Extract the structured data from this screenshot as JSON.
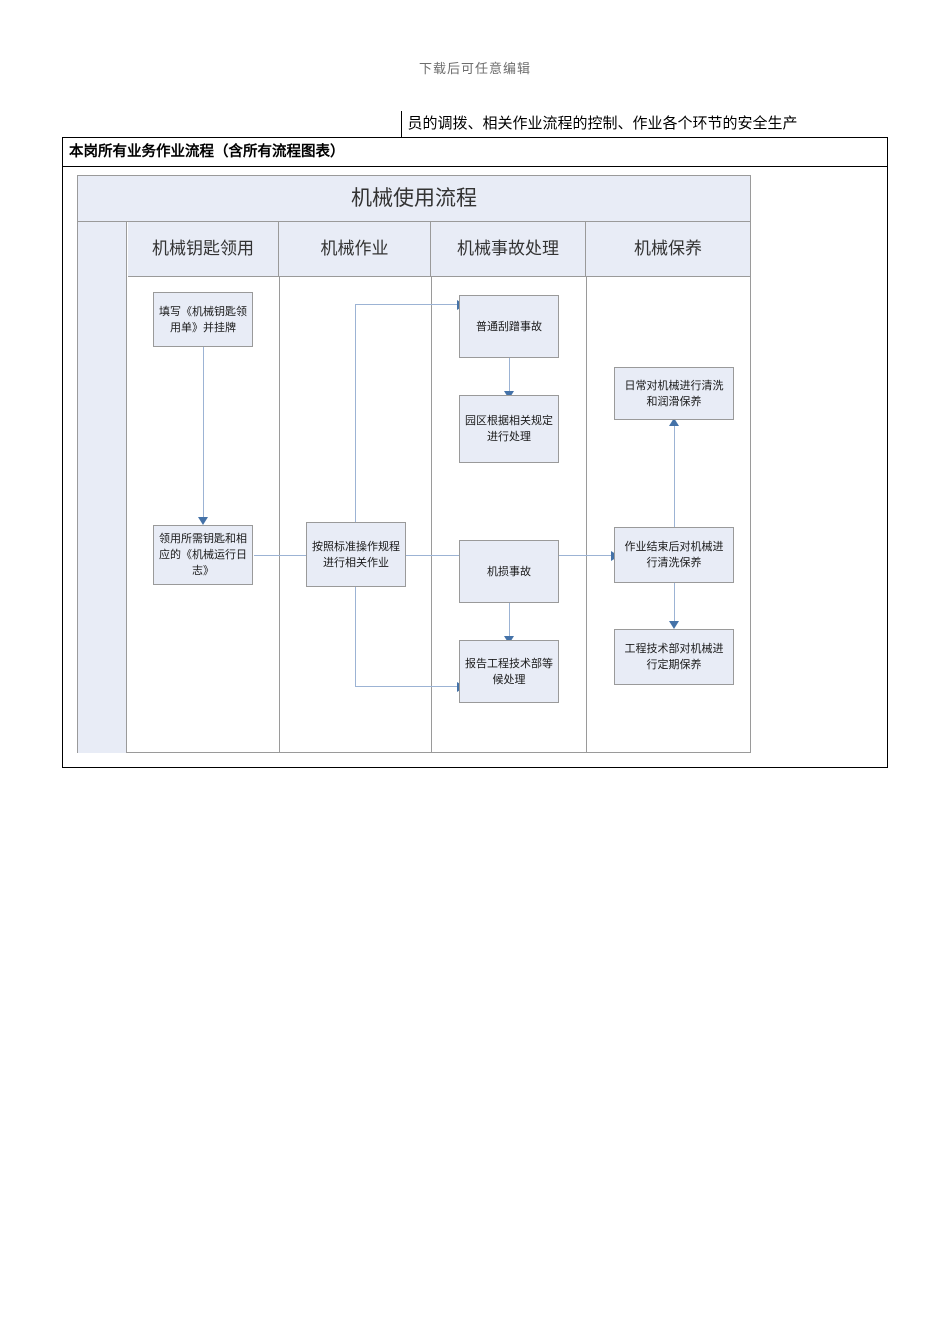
{
  "page": {
    "header_note": "下载后可任意编辑"
  },
  "doc_table": {
    "top_row_text": "员的调拨、相关作业流程的控制、作业各个环节的安全生产",
    "section_title": "本岗所有业务作业流程（含所有流程图表）"
  },
  "diagram": {
    "title": "机械使用流程",
    "lanes": [
      {
        "label": "机械钥匙领用"
      },
      {
        "label": "机械作业"
      },
      {
        "label": "机械事故处理"
      },
      {
        "label": "机械保养"
      }
    ],
    "nodes": [
      {
        "id": "n1",
        "lane": 0,
        "text": "填写《机械钥匙领用单》并挂牌"
      },
      {
        "id": "n2",
        "lane": 0,
        "text": "领用所需钥匙和相应的《机械运行日志》"
      },
      {
        "id": "n3",
        "lane": 1,
        "text": "按照标准操作规程进行相关作业"
      },
      {
        "id": "n4",
        "lane": 2,
        "text": "普通刮蹭事故"
      },
      {
        "id": "n5",
        "lane": 2,
        "text": "园区根据相关规定进行处理"
      },
      {
        "id": "n6",
        "lane": 2,
        "text": "机损事故"
      },
      {
        "id": "n7",
        "lane": 2,
        "text": "报告工程技术部等候处理"
      },
      {
        "id": "n8",
        "lane": 3,
        "text": "日常对机械进行清洗和润滑保养"
      },
      {
        "id": "n9",
        "lane": 3,
        "text": "作业结束后对机械进行清洗保养"
      },
      {
        "id": "n10",
        "lane": 3,
        "text": "工程技术部对机械进行定期保养"
      }
    ],
    "edges": [
      {
        "from": "n1",
        "to": "n2",
        "dir": "down"
      },
      {
        "from": "n2",
        "to": "n3",
        "dir": "right"
      },
      {
        "from": "n3",
        "to": "n4",
        "dir": "right"
      },
      {
        "from": "n4",
        "to": "n5",
        "dir": "down"
      },
      {
        "from": "n3",
        "to": "n6",
        "dir": "right"
      },
      {
        "from": "n6",
        "to": "n7",
        "dir": "down"
      },
      {
        "from": "n3",
        "to": "n9",
        "dir": "right"
      },
      {
        "from": "n9",
        "to": "n8",
        "dir": "up"
      },
      {
        "from": "n9",
        "to": "n10",
        "dir": "down"
      }
    ],
    "colors": {
      "node_fill": "#e8ecf6",
      "node_border": "#9a9a9a",
      "connector": "#9cb3d4",
      "arrow": "#4472a8",
      "lane_header_fill": "#e8ecf6"
    }
  }
}
